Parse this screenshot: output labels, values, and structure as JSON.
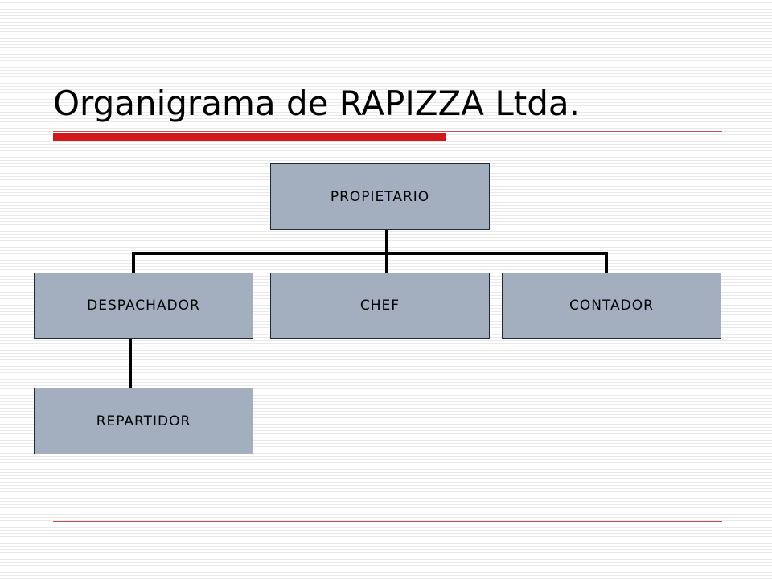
{
  "slide": {
    "title": "Organigrama de RAPIZZA Ltda."
  },
  "org_chart": {
    "root": "PROPIETARIO",
    "level_1": [
      "DESPACHADOR",
      "CHEF",
      "CONTADOR"
    ],
    "level_2": [
      "REPARTIDOR"
    ]
  },
  "colors": {
    "box_fill": "#a3afbe",
    "accent_bar": "#d3181d",
    "rule_line": "#c0504d"
  }
}
